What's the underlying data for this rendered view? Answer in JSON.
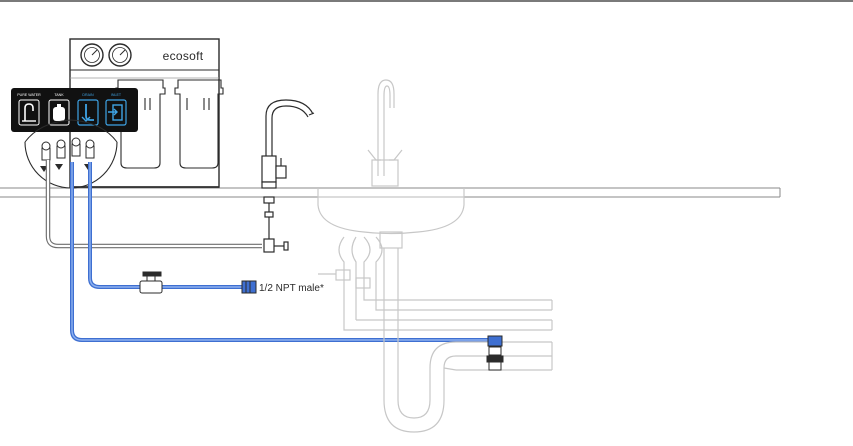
{
  "brand": {
    "name": "ecosoft"
  },
  "panel": {
    "labels": [
      "PURE WATER",
      "TANK",
      "DRAIN",
      "INLET"
    ]
  },
  "annotations": {
    "connector_label": "1/2 NPT male*"
  },
  "colors": {
    "line": "#2b2b2b",
    "light_line": "#9a9a9a",
    "pale_line": "#c7c7c7",
    "panel_bg": "#111111",
    "panel_text": "#ffffff",
    "panel_highlight": "#3fa4e6",
    "blue_tube": "#3e6fd1",
    "blue_tube_light": "#8fb2f0"
  },
  "icons": {
    "pure_water": "faucet-icon",
    "tank": "tank-icon",
    "drain": "drain-icon",
    "inlet": "inlet-icon",
    "gauges": "pressure-gauge-icon"
  }
}
